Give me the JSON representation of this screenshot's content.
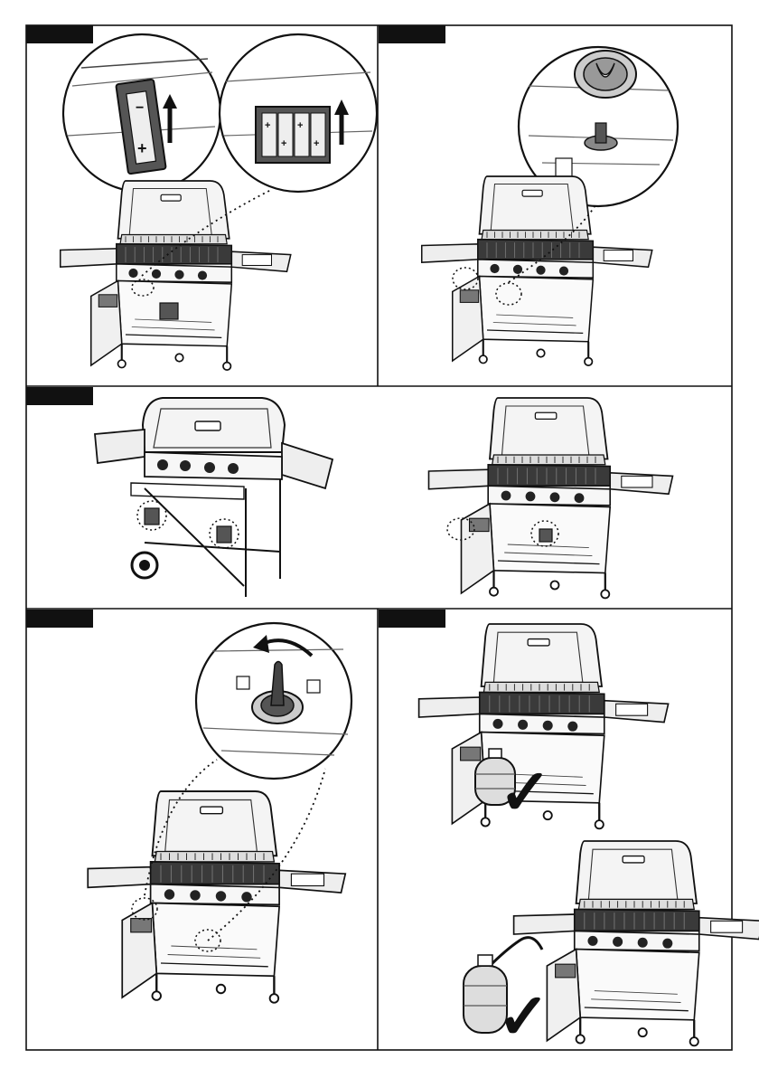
{
  "document": {
    "type": "assembly-instructions",
    "panels": [
      {
        "id": "panel-1",
        "step_label": "",
        "subject": "battery-compartment-ignition"
      },
      {
        "id": "panel-2",
        "step_label": "",
        "subject": "ignition-knob"
      },
      {
        "id": "panel-3",
        "step_label": "",
        "subject": "grease-cups"
      },
      {
        "id": "panel-4",
        "step_label": "",
        "subject": "control-knob-turn"
      },
      {
        "id": "panel-5",
        "step_label": "",
        "subject": "gas-cylinder-placement"
      }
    ],
    "battery_signs": [
      "−",
      "+",
      "+",
      "+",
      "+"
    ],
    "check_mark": "✓"
  }
}
